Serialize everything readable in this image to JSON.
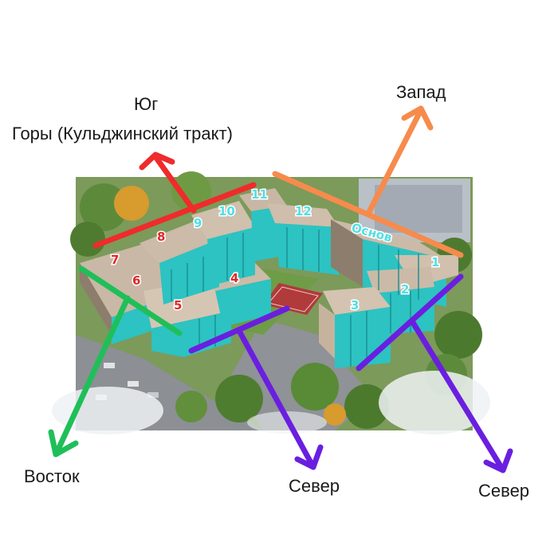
{
  "labels": {
    "south_title": "Юг",
    "south_subtitle": "Горы (Кульджинский тракт)",
    "west": "Запад",
    "east": "Восток",
    "north_1": "Север",
    "north_2": "Север"
  },
  "buildings": {
    "b1": "1",
    "b2": "2",
    "b3": "3",
    "b4": "4",
    "b5": "5",
    "b6": "6",
    "b7": "7",
    "b8": "8",
    "b9": "9",
    "b10": "10",
    "b11": "11",
    "b12": "12",
    "main": "Основ"
  },
  "colors": {
    "south": "#ef2b2b",
    "west": "#f68b4c",
    "east": "#1fbf58",
    "north": "#6a1fe0",
    "facade": "#2cc3c2",
    "label_red": "#e02828",
    "label_cyan": "#4fe0e6"
  }
}
